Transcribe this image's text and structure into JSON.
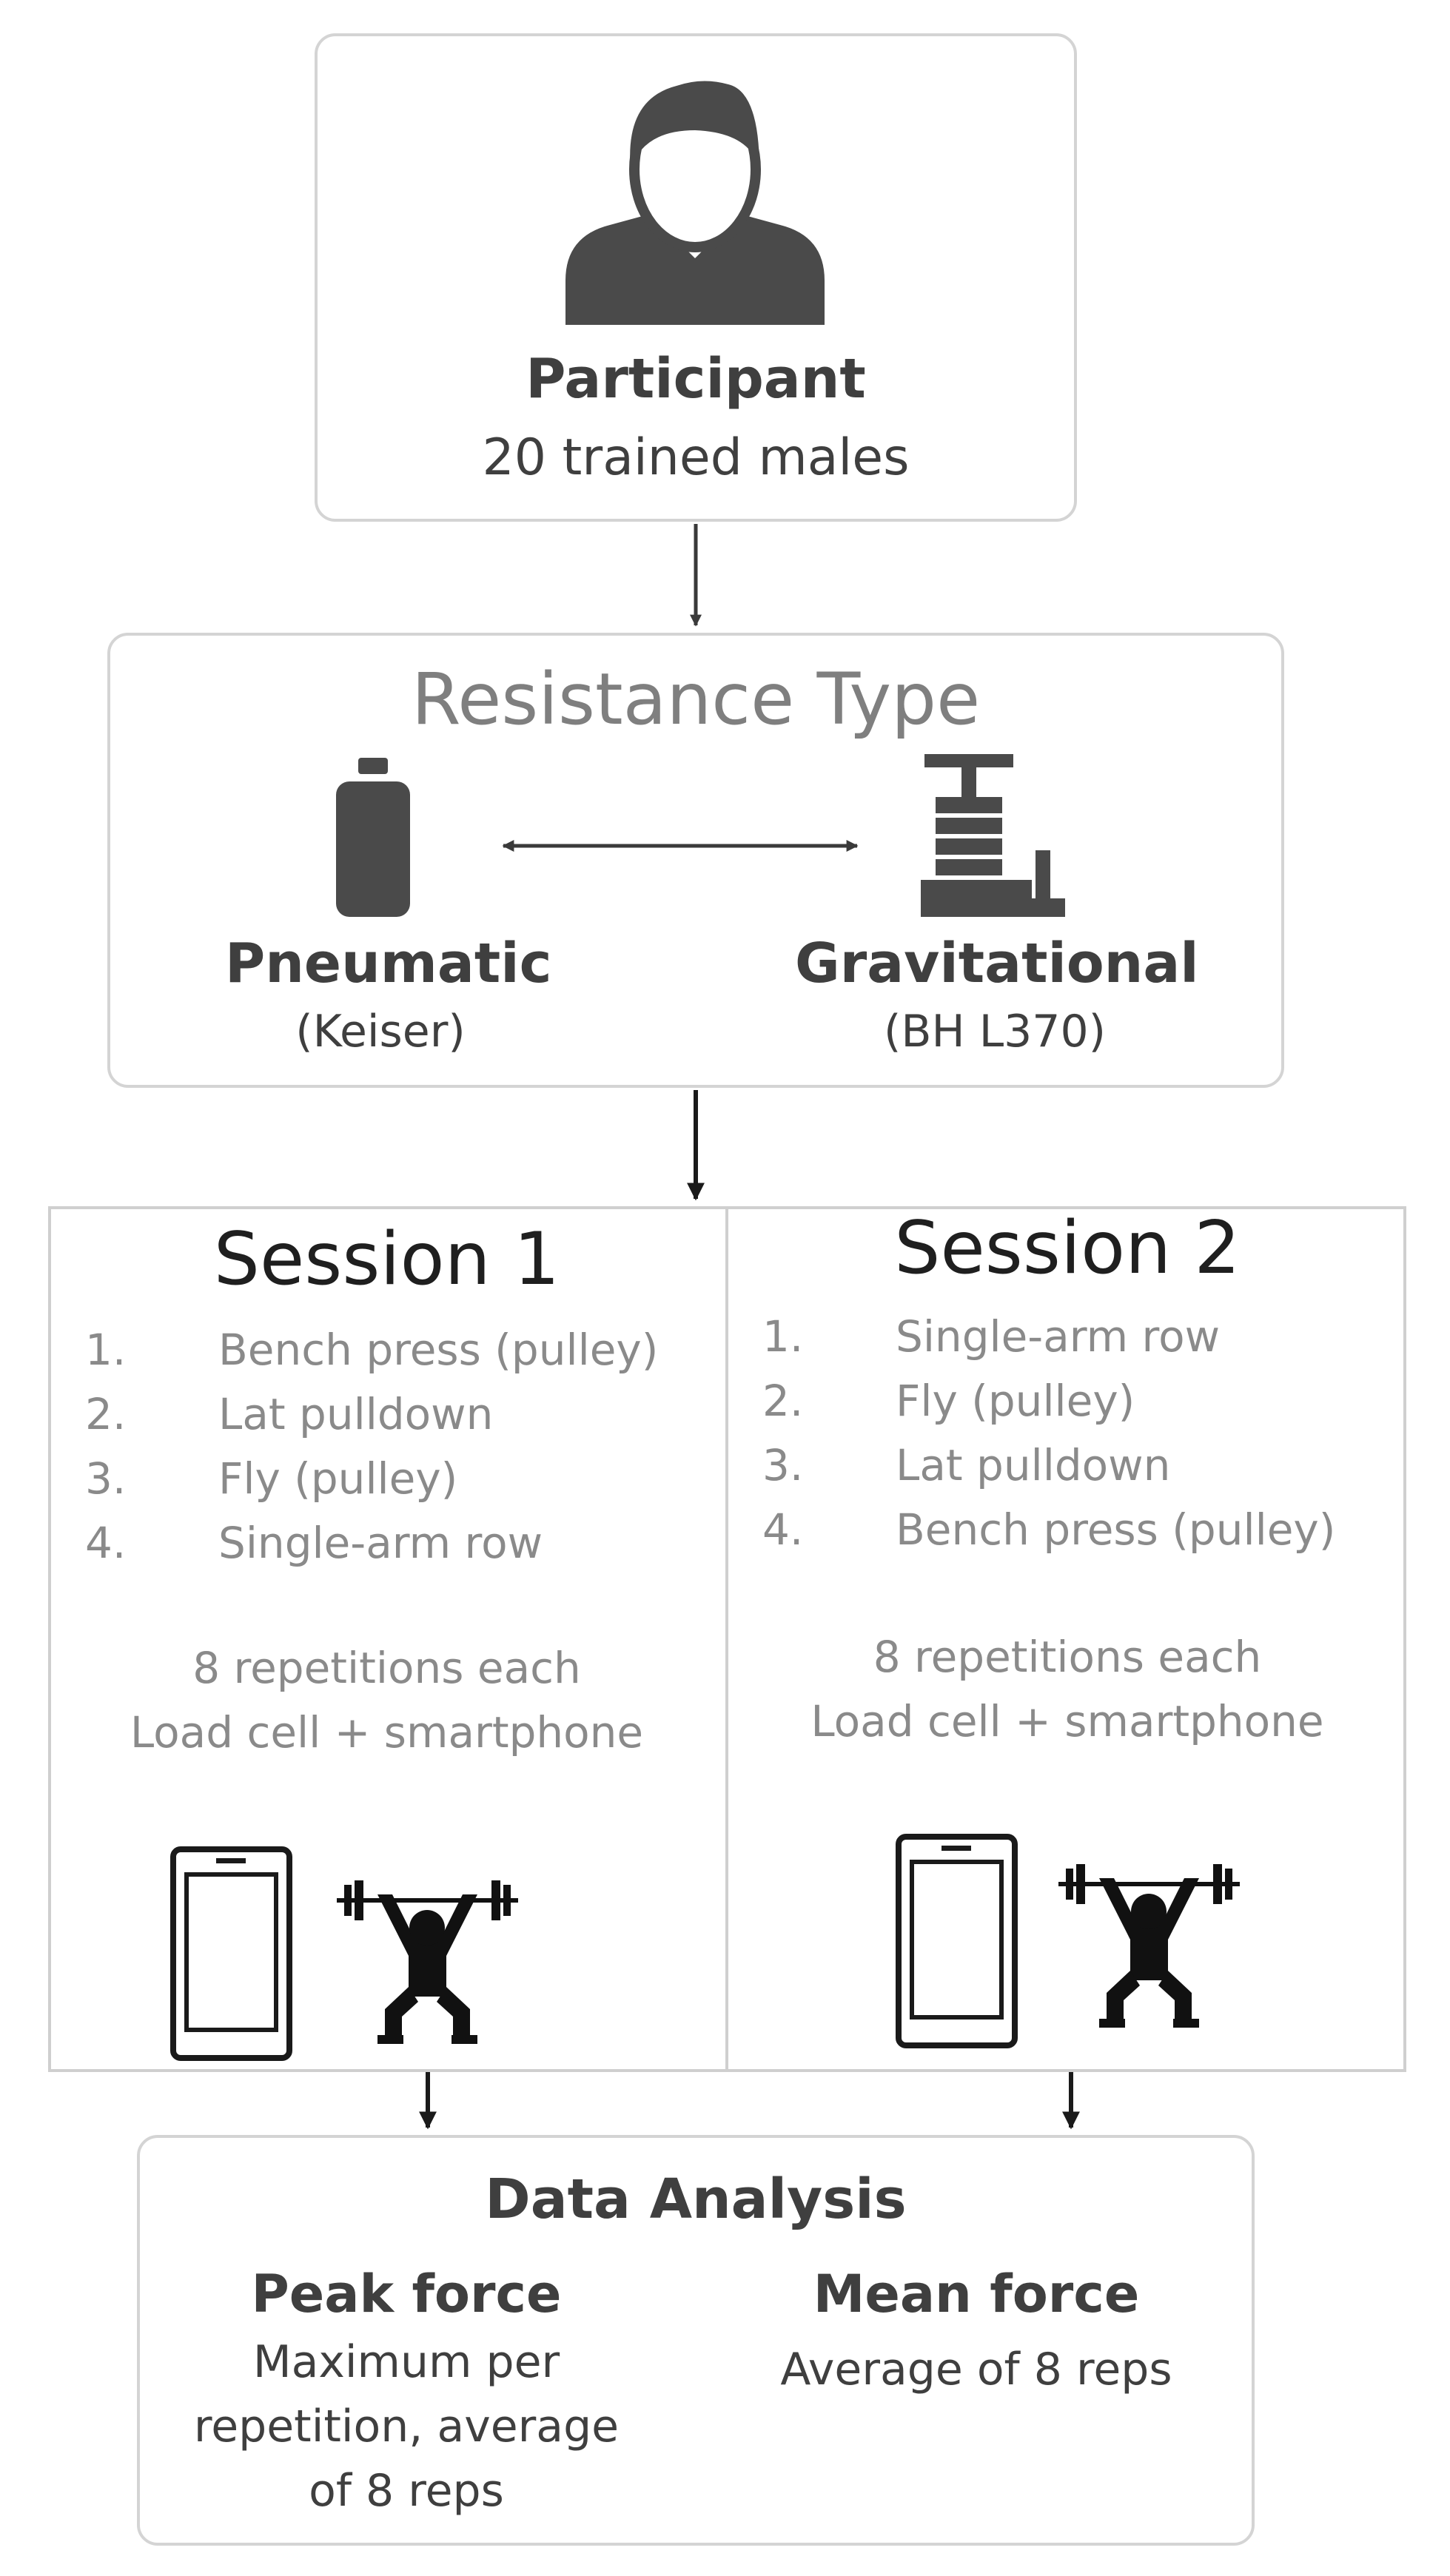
{
  "participant": {
    "title": "Participant",
    "subtitle": "20 trained males",
    "icon": "person-icon"
  },
  "resistance": {
    "title": "Resistance Type",
    "left": {
      "name": "Pneumatic",
      "sub": "(Keiser)",
      "icon": "gas-cylinder-icon"
    },
    "right": {
      "name": "Gravitational",
      "sub": "(BH L370)",
      "icon": "weight-stack-icon"
    }
  },
  "sessions": [
    {
      "title": "Session 1",
      "numbers": [
        "1.",
        "2.",
        "3.",
        "4."
      ],
      "exercises": [
        "Bench press (pulley)",
        "Lat pulldown",
        "Fly (pulley)",
        "Single-arm row"
      ],
      "note1": "8 repetitions each",
      "note2": "Load cell + smartphone"
    },
    {
      "title": "Session 2",
      "numbers": [
        "1.",
        "2.",
        "3.",
        "4."
      ],
      "exercises": [
        "Single-arm row",
        "Fly (pulley)",
        "Lat pulldown",
        "Bench press (pulley)"
      ],
      "note1": "8 repetitions each",
      "note2": "Load cell + smartphone"
    }
  ],
  "analysis": {
    "title": "Data Analysis",
    "peak": {
      "title": "Peak force",
      "lines": [
        "Maximum per",
        "repetition, average",
        "of 8 reps"
      ]
    },
    "mean": {
      "title": "Mean force",
      "lines": [
        "Average of 8 reps"
      ]
    }
  },
  "colors": {
    "border": "#d4d4d4",
    "text_dark": "#3f3f3f",
    "text_gray": "#7a7a7a",
    "icon": "#4a4a4a"
  }
}
